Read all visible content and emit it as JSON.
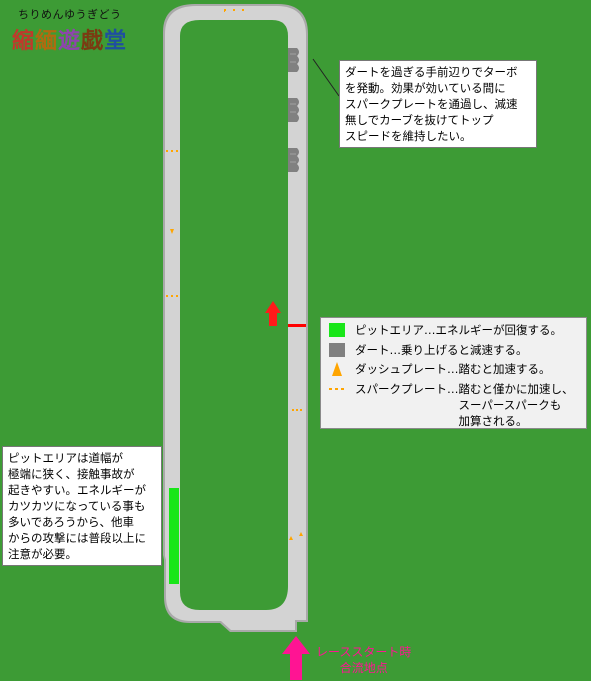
{
  "logo": {
    "kana": "ちりめんゆうぎどう",
    "chars": [
      "縮",
      "緬",
      "遊",
      "戯",
      "堂"
    ],
    "colors": [
      "#c0392b",
      "#b06a10",
      "#8e44ad",
      "#7a3b12",
      "#1f4fa0"
    ]
  },
  "notes": {
    "dirt_tip": "ダートを過ぎる手前辺りでターボ\nを発動。効果が効いている間に\nスパークプレートを通過し、減速\n無しでカーブを抜けてトップ\nスピードを維持したい。",
    "pit_tip": "ピットエリアは道幅が\n極端に狭く、接触事故が\n起きやすい。エネルギーが\nカツカツになっている事も\n多いであろうから、他車\nからの攻撃には普段以上に\n注意が必要。"
  },
  "legend": {
    "pit": "ピットエリア…エネルギーが回復する。",
    "dirt": "ダート…乗り上げると減速する。",
    "dash": "ダッシュプレート…踏むと加速する。",
    "spark": "スパークプレート…踏むと僅かに加速し、\n　　　　　　　　　スーパースパークも\n　　　　　　　　　加算される。"
  },
  "start_label": "レーススタート時\n合流地点",
  "colors": {
    "background": "#3d9b35",
    "track": "#d3d3d3",
    "track_edge": "#a9a9a9",
    "pit": "#19e619",
    "dirt": "#808080",
    "dash": "#ffa500",
    "spark": "#ffa500",
    "start_line": "#ff0000",
    "direction_arrow": "#ff1a1a",
    "merge_arrow": "#ff1493"
  },
  "icons": {
    "direction": "up-arrow",
    "merge": "up-arrow",
    "dash": "triangle",
    "spark": "dotted-line"
  }
}
